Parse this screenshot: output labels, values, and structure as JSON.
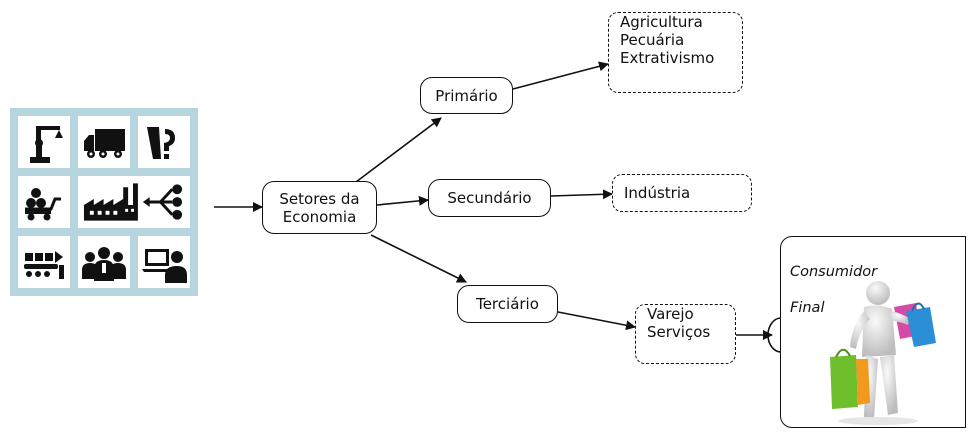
{
  "diagram": {
    "source_node": {
      "label": "Setores da Economia",
      "lines": [
        "Setores da",
        "Economia"
      ]
    },
    "sectors": [
      {
        "label": "Primário",
        "children": [
          "Agricultura",
          "Pecuária",
          "Extrativismo"
        ]
      },
      {
        "label": "Secundário",
        "children": [
          "Indústria"
        ]
      },
      {
        "label": "Terciário",
        "children": [
          "Varejo",
          "Serviços"
        ]
      }
    ],
    "final_node": {
      "label": "Consumidor Final",
      "lines": [
        "Consumidor",
        "Final"
      ]
    }
  },
  "icon_grid": {
    "icons": [
      "robot-arm-icon",
      "truck-icon",
      "mining-icon",
      "farming-cart-icon",
      "factory-network-icon",
      "",
      "conveyor-icon",
      "workers-group-icon",
      "laptop-user-icon"
    ]
  },
  "colors": {
    "grid_border": "#b7d5df",
    "box_border": "#111111",
    "bag_green": "#6fbf2d",
    "bag_orange": "#f19a1d",
    "bag_blue": "#2b8fd8",
    "bag_magenta": "#d64aa7",
    "figure_grey": "#d9d9d9"
  }
}
